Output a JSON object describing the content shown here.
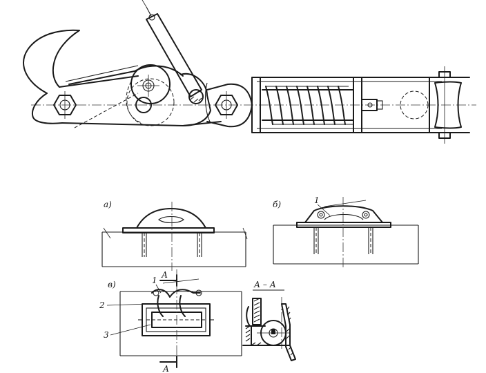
{
  "labels": {
    "view_a": "а)",
    "view_b": "б)",
    "view_v": "в)",
    "part_1_b": "1",
    "part_1_v": "1",
    "part_2": "2",
    "part_3": "3",
    "section_mark_top": "А",
    "section_mark_bottom": "А",
    "section_title": "А – А"
  }
}
